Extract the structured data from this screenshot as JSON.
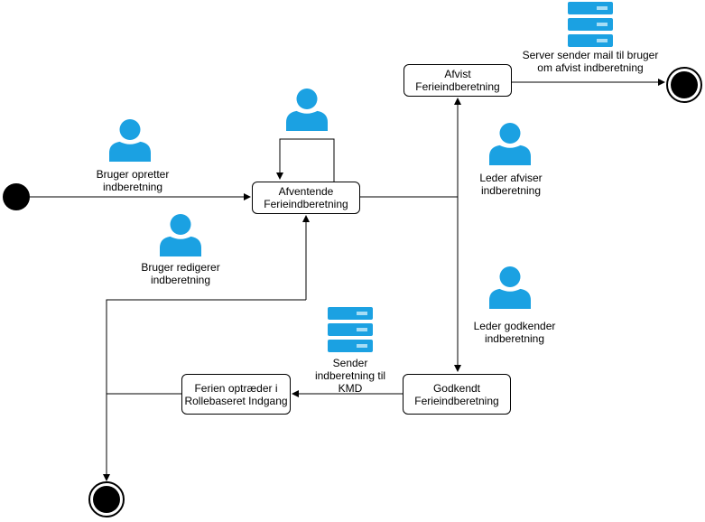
{
  "states": {
    "pending": "Afventende\nFerieindberetning",
    "rejected": "Afvist\nFerieindberetning",
    "approved": "Godkendt\nFerieindberetning",
    "vacation_shown": "Ferien optræder i\nRollebaseret Indgang"
  },
  "labels": {
    "user_creates": "Bruger opretter\nindberetning",
    "user_edits": "Bruger redigerer\nindberetning",
    "manager_rejects": "Leder afviser\nindberetning",
    "manager_approves": "Leder godkender\nindberetning",
    "server_mail": "Server sender mail til bruger\nom afvist indberetning",
    "send_kmd": "Sender\nindberetning til\nKMD"
  },
  "icons": {
    "actor": "user-icon",
    "server": "server-icon"
  },
  "colors": {
    "actor": "#1BA1E2",
    "server": "#1BA1E2",
    "server_light": "#A6DDF5"
  }
}
